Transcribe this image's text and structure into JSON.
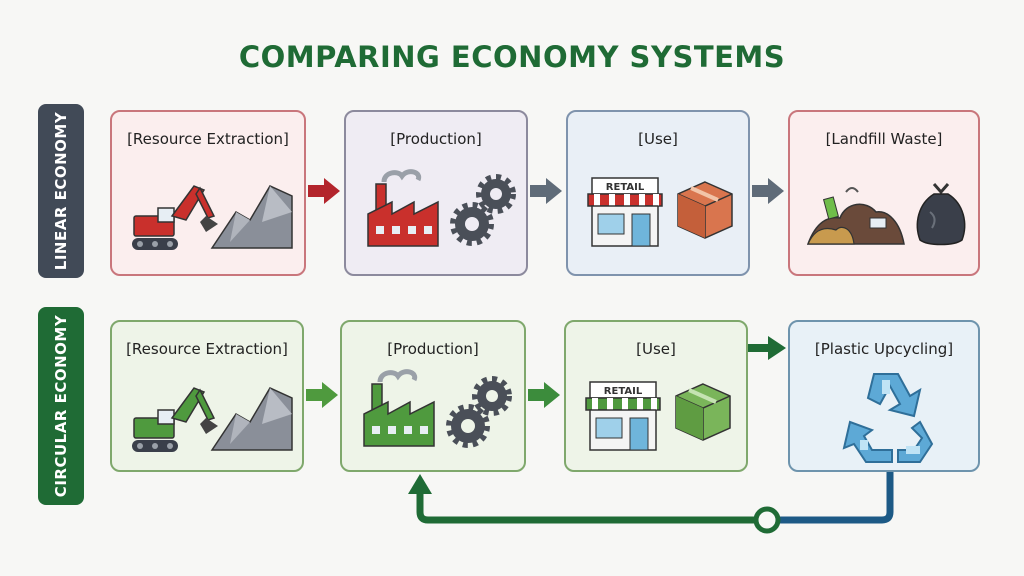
{
  "title": "COMPARING ECONOMY SYSTEMS",
  "rows": {
    "linear": {
      "label": "LINEAR ECONOMY",
      "steps": [
        {
          "label": "[Resource Extraction]"
        },
        {
          "label": "[Production]"
        },
        {
          "label": "[Use]",
          "store_sign": "RETAIL"
        },
        {
          "label": "[Landfill Waste]"
        }
      ]
    },
    "circular": {
      "label": "CIRCULAR ECONOMY",
      "steps": [
        {
          "label": "[Resource Extraction]"
        },
        {
          "label": "[Production]"
        },
        {
          "label": "[Use]",
          "store_sign": "RETAIL"
        },
        {
          "label": "[Plastic Upcycling]"
        }
      ]
    }
  },
  "colors": {
    "title": "#1f6b35",
    "linear_label_bg": "#414a57",
    "circular_label_bg": "#1f6b35",
    "linear_accent": "#b3252c",
    "circular_accent": "#3c8c3c",
    "loop_line": "#1f6b35"
  },
  "icons": {
    "extraction": [
      "excavator-icon",
      "rock-pile-icon"
    ],
    "production": [
      "factory-icon",
      "gears-icon"
    ],
    "use": [
      "retail-store-icon",
      "box-icon"
    ],
    "landfill": [
      "waste-pile-icon",
      "trash-bag-icon"
    ],
    "upcycling": [
      "recycle-icon"
    ]
  }
}
